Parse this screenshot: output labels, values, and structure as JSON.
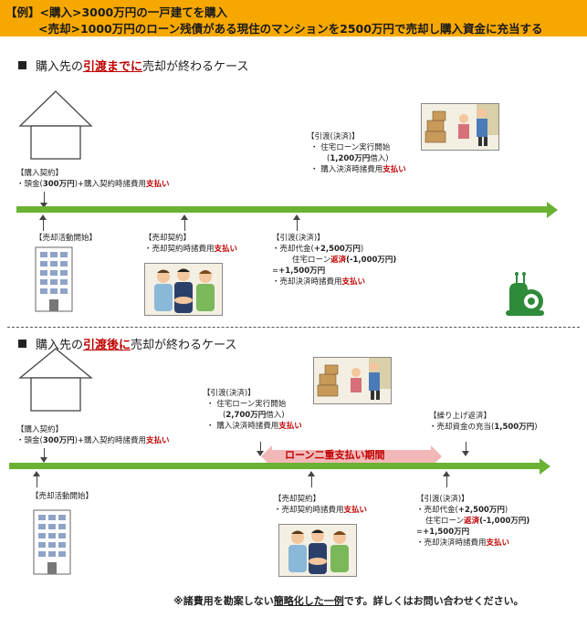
{
  "banner": {
    "line1_prefix": "【例】<購入>",
    "line1_amount": "3000万円",
    "line1_suffix": "の一戸建てを購入",
    "line2_prefix": "<売却>",
    "line2_amount1": "1000万円",
    "line2_mid": "のローン残債がある現住のマンションを",
    "line2_amount2": "2500万円",
    "line2_suffix": "で売却し購入資金に充当する"
  },
  "case1": {
    "title_pre": "購入先の",
    "title_hl": "引渡までに",
    "title_post": "売却が終わるケース",
    "purchase_contract": {
      "heading": "【購入契約】",
      "line_pre": "・頭金(",
      "line_amt": "300万円",
      "line_mid": ")+購入契約時諸費用",
      "line_red": "支払い"
    },
    "purchase_handover": {
      "heading": "【引渡(決済)】",
      "l1": "・ 住宅ローン実行開始",
      "l2_pre": "(",
      "l2_amt": "1,200万円",
      "l2_post": "借入)",
      "l3_pre": "・ 購入決済時諸費用",
      "l3_red": "支払い"
    },
    "sale_start": {
      "heading": "【売却活動開始】"
    },
    "sale_contract": {
      "heading": "【売却契約】",
      "line_pre": "・売却契約時諸費用",
      "line_red": "支払い"
    },
    "sale_handover": {
      "heading": "【引渡(決済)】",
      "l1_pre": "・売却代金(",
      "l1_amt": "+2,500万円",
      "l1_post": ")",
      "l2_pre": "住宅ローン",
      "l2_red": "返済",
      "l2_amt": "(-1,000万円)",
      "l3_pre": "=",
      "l3_amt": "+1,500万円",
      "l4_pre": "・売却決済時諸費用",
      "l4_red": "支払い"
    }
  },
  "case2": {
    "title_pre": "購入先の",
    "title_hl": "引渡後に",
    "title_post": "売却が終わるケース",
    "purchase_contract": {
      "heading": "【購入契約】",
      "line_pre": "・頭金(",
      "line_amt": "300万円",
      "line_mid": ")+購入契約時諸費用",
      "line_red": "支払い"
    },
    "purchase_handover": {
      "heading": "【引渡(決済)】",
      "l1": "・ 住宅ローン実行開始",
      "l2_pre": "(",
      "l2_amt": "2,700万円",
      "l2_post": "借入)",
      "l3_pre": "・ 購入決済時諸費用",
      "l3_red": "支払い"
    },
    "double_payment": "ローン二重支払い期間",
    "prepayment": {
      "heading": "【繰り上げ返済】",
      "line_pre": "・売却資金の充当(",
      "line_amt": "1,500万円",
      "line_post": ")"
    },
    "sale_start": {
      "heading": "【売却活動開始】"
    },
    "sale_contract": {
      "heading": "【売却契約】",
      "line_pre": "・売却契約時諸費用",
      "line_red": "支払い"
    },
    "sale_handover": {
      "heading": "【引渡(決済)】",
      "l1_pre": "・売却代金(",
      "l1_amt": "+2,500万円",
      "l1_post": ")",
      "l2_pre": "住宅ローン",
      "l2_red": "返済",
      "l2_amt": "(-1,000万円)",
      "l3_pre": "=",
      "l3_amt": "+1,500万円",
      "l4_pre": "・売却決済時諸費用",
      "l4_red": "支払い"
    }
  },
  "footer": {
    "pre": "※諸費用を勘案しない",
    "underlined": "簡略化した一例",
    "post": "です。詳しくはお問い合わせください。"
  },
  "colors": {
    "banner": "#f7a800",
    "timeline": "#6ab234",
    "accent_red": "#c00000",
    "double_payment_band": "#f2b8b8"
  }
}
